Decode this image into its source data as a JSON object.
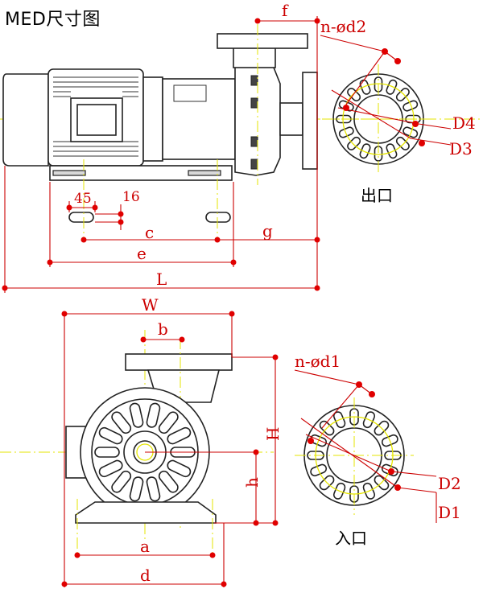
{
  "title": "MED尺寸图",
  "labels": {
    "f": "f",
    "n_d2": "n-ød2",
    "D4": "D4",
    "D3": "D3",
    "outlet": "出口",
    "dim_45": "45",
    "dim_16": "16",
    "c": "c",
    "g": "g",
    "e": "e",
    "L": "L",
    "W": "W",
    "b": "b",
    "n_d1": "n-ød1",
    "H": "H",
    "h": "h",
    "D2": "D2",
    "D1": "D1",
    "inlet": "入口",
    "a": "a",
    "d": "d"
  },
  "colors": {
    "dimension": "#cc0000",
    "centerline": "#e6e600",
    "outline": "#222222"
  }
}
